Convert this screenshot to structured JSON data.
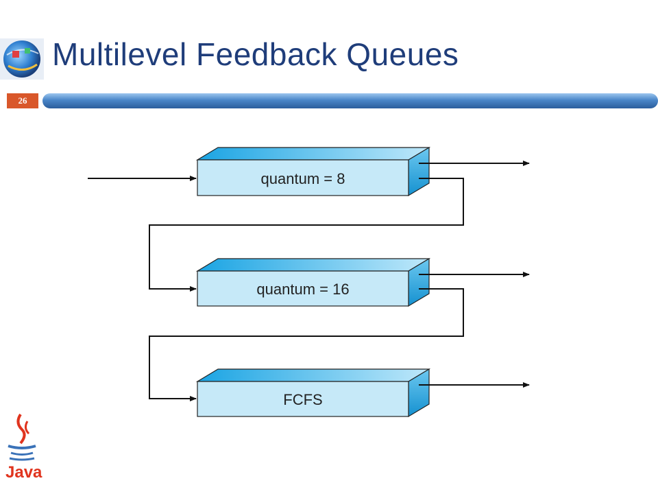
{
  "slide": {
    "title": "Multilevel Feedback Queues",
    "number": "26"
  },
  "icons": {
    "top_logo": "globe-logo-icon",
    "bottom_logo": "java-logo-icon"
  },
  "java_logo": {
    "text": "Java"
  },
  "colors": {
    "title": "#1f3d7a",
    "number_badge": "#d9572a",
    "header_bar": "#4a86c8",
    "queue_front": "#c6e9f8",
    "queue_top": "#1fa7e2",
    "queue_side": "#1b9ad6"
  },
  "diagram": {
    "queues": [
      {
        "label": "quantum = 8"
      },
      {
        "label": "quantum = 16"
      },
      {
        "label": "FCFS"
      }
    ]
  }
}
